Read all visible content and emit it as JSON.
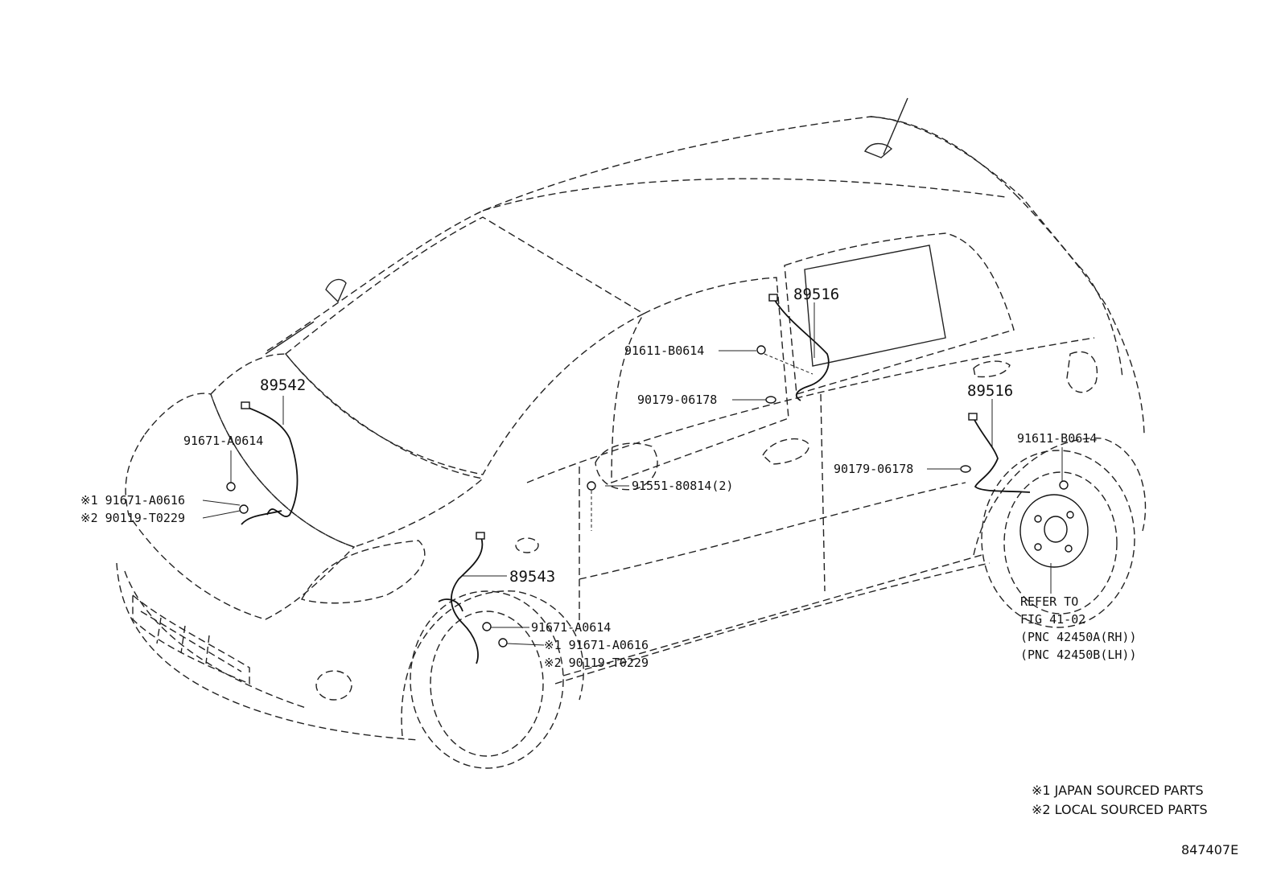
{
  "labels": {
    "p89542": "89542",
    "p89543": "89543",
    "p89516_front": "89516",
    "p89516_rear": "89516",
    "fl_91671_a0614": "91671-A0614",
    "fl_91671_a0616": "※1 91671-A0616",
    "fl_90119_t0229": "※2 90119-T0229",
    "fr_91671_a0614": "91671-A0614",
    "fr_91671_a0616": "※1 91671-A0616",
    "fr_90119_t0229": "※2 90119-T0229",
    "rr_91611_b0614_upper": "91611-B0614",
    "rr_90179_06178_upper": "90179-06178",
    "clip_91551_80814": "91551-80814(2)",
    "rr_90179_06178_lower": "90179-06178",
    "rr_91611_b0614_lower": "91611-B0614",
    "refer_line1": "REFER TO",
    "refer_line2": "FIG 41-02",
    "refer_line3": "(PNC 42450A(RH))",
    "refer_line4": "(PNC 42450B(LH))"
  },
  "notes": {
    "japan": "※1 JAPAN SOURCED PARTS",
    "local": "※2 LOCAL SOURCED PARTS"
  },
  "figure_id": "847407E"
}
